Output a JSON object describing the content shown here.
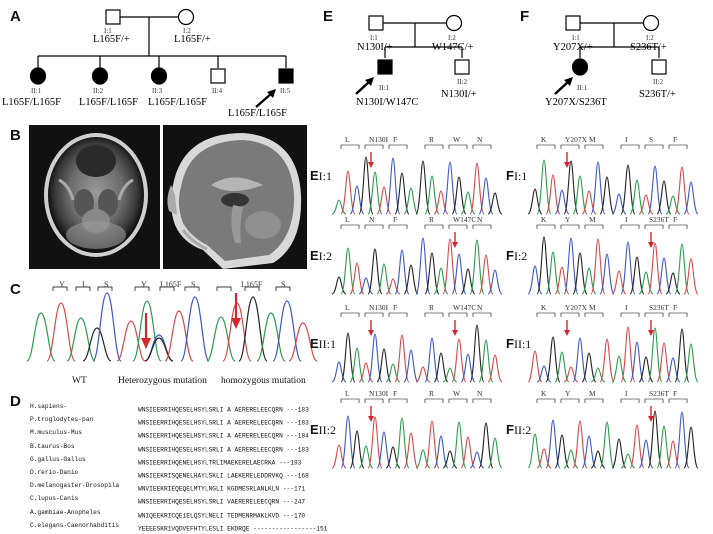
{
  "panels": {
    "A": "A",
    "B": "B",
    "C": "C",
    "D": "D",
    "E": "E",
    "F": "F"
  },
  "pedigree_A": {
    "parents": [
      {
        "id": "I:1",
        "genotype": "L165F/+"
      },
      {
        "id": "I:2",
        "genotype": "L165F/+"
      }
    ],
    "children": [
      {
        "id": "II:1",
        "genotype": "L165F/L165F"
      },
      {
        "id": "II:2",
        "genotype": "L165F/L165F"
      },
      {
        "id": "II:3",
        "genotype": "L165F/L165F"
      },
      {
        "id": "II:4",
        "genotype": ""
      },
      {
        "id": "II:5",
        "genotype": "L165F/L165F"
      }
    ]
  },
  "pedigree_E": {
    "parents": [
      {
        "id": "I:1",
        "genotype": "N130I/+"
      },
      {
        "id": "I:2",
        "genotype": "W147C/+"
      }
    ],
    "children": [
      {
        "id": "II:1",
        "genotype": "N130I/W147C"
      },
      {
        "id": "II:2",
        "genotype": "N130I/+"
      }
    ]
  },
  "pedigree_F": {
    "parents": [
      {
        "id": "I:1",
        "genotype": "Y207X/+"
      },
      {
        "id": "I:2",
        "genotype": "S236T/+"
      }
    ],
    "children": [
      {
        "id": "II:1",
        "genotype": "Y207X/S236T"
      },
      {
        "id": "II:2",
        "genotype": "S236T/+"
      }
    ]
  },
  "panel_C": {
    "groups": [
      {
        "bases": [
          "Y",
          "L",
          "S"
        ],
        "mutation": "",
        "caption": "WT"
      },
      {
        "bases": [
          "Y",
          "L165F",
          "S"
        ],
        "mutation": "L165F",
        "caption": "Heterozygous   mutation"
      },
      {
        "bases": [
          "L165F",
          "S"
        ],
        "mutation": "L165F",
        "caption": "homozygous mutation"
      }
    ]
  },
  "panel_E": {
    "rows": [
      {
        "label_bold": "E",
        "label_rest": "I:1",
        "left": [
          "L",
          "N130I",
          "F"
        ],
        "right": [
          "R",
          "W",
          "N"
        ]
      },
      {
        "label_bold": "E",
        "label_rest": "I:2",
        "left": [
          "L",
          "N",
          "F"
        ],
        "right": [
          "R",
          "W147C",
          "N"
        ]
      },
      {
        "label_bold": "E",
        "label_rest": "II:1",
        "left": [
          "L",
          "N130I",
          "F"
        ],
        "right": [
          "R",
          "W147C",
          "N"
        ]
      },
      {
        "label_bold": "E",
        "label_rest": "II:2",
        "left": [
          "L",
          "N130I",
          "F"
        ],
        "right": [
          "R",
          "W",
          "N"
        ]
      }
    ]
  },
  "panel_F": {
    "rows": [
      {
        "label_bold": "F",
        "label_rest": "I:1",
        "left": [
          "K",
          "Y207X",
          "M"
        ],
        "right": [
          "I",
          "S",
          "F"
        ]
      },
      {
        "label_bold": "F",
        "label_rest": "I:2",
        "left": [
          "K",
          "Y",
          "M"
        ],
        "right": [
          "I",
          "S236T",
          "F"
        ]
      },
      {
        "label_bold": "F",
        "label_rest": "II:1",
        "left": [
          "K",
          "Y207X",
          "M"
        ],
        "right": [
          "I",
          "S236T",
          "F"
        ]
      },
      {
        "label_bold": "F",
        "label_rest": "II:2",
        "left": [
          "K",
          "Y",
          "M"
        ],
        "right": [
          "I",
          "S236T",
          "F"
        ]
      }
    ]
  },
  "alignment": [
    {
      "species": "H.sapiens-",
      "pre": "WNSIEERRIHQESELHSY",
      "hl": "L",
      "post": "SRLI A AERERELEECQRN",
      "end": "---183"
    },
    {
      "species": "P.troglodytes-pan",
      "pre": "WNSIEERRIHQESELHSY",
      "hl": "L",
      "post": "SRLI A AERERELEECQRN",
      "end": "---183"
    },
    {
      "species": "M.musculus-Mus",
      "pre": "WNSIEERRIHQESELHSY",
      "hl": "L",
      "post": "SRLI A AERERELEECQRN",
      "end": "---184"
    },
    {
      "species": "B.taurus-Bos",
      "pre": "WNSIEERRIHQESELHSY",
      "hl": "L",
      "post": "SRLI A AERERELEECQRN",
      "end": "---183"
    },
    {
      "species": "G.gallus-Gallus",
      "pre": "WNSIEERRIHQENELHSY",
      "hl": "L",
      "post": "TRLIMAEKERELAECRKA",
      "end": "---193"
    },
    {
      "species": "D.rerio-Danio",
      "pre": "WNSIEEKRISQENELHAY",
      "hl": "L",
      "post": "SKLI LAEKERELEDDRVKQ",
      "end": "---168"
    },
    {
      "species": "D.melanogaster-Drosopila",
      "pre": "WNVIEEKRIEQEQELMTY",
      "hl": "L",
      "post": "NGLI KGDMESRLANLKLN",
      "end": "---171"
    },
    {
      "species": "C.lupus-Canis",
      "pre": "WNSIEERRIHQESELHSY",
      "hl": "L",
      "post": "SRLI VAERERELEECQRN",
      "end": "---247"
    },
    {
      "species": "A.gambiae-Anopheles",
      "pre": "WNIQEEKRICQE1ELQSY",
      "hl": "L",
      "post": "NELI TEDMENRMAKLKVD",
      "end": "---170"
    },
    {
      "species": "C.elegans-Caenorhabditis",
      "pre": "YEEEESKR1VQDVEFHTY",
      "hl": "L",
      "post": "ESLI EKDRQE",
      "end": "-----------------151"
    }
  ]
}
